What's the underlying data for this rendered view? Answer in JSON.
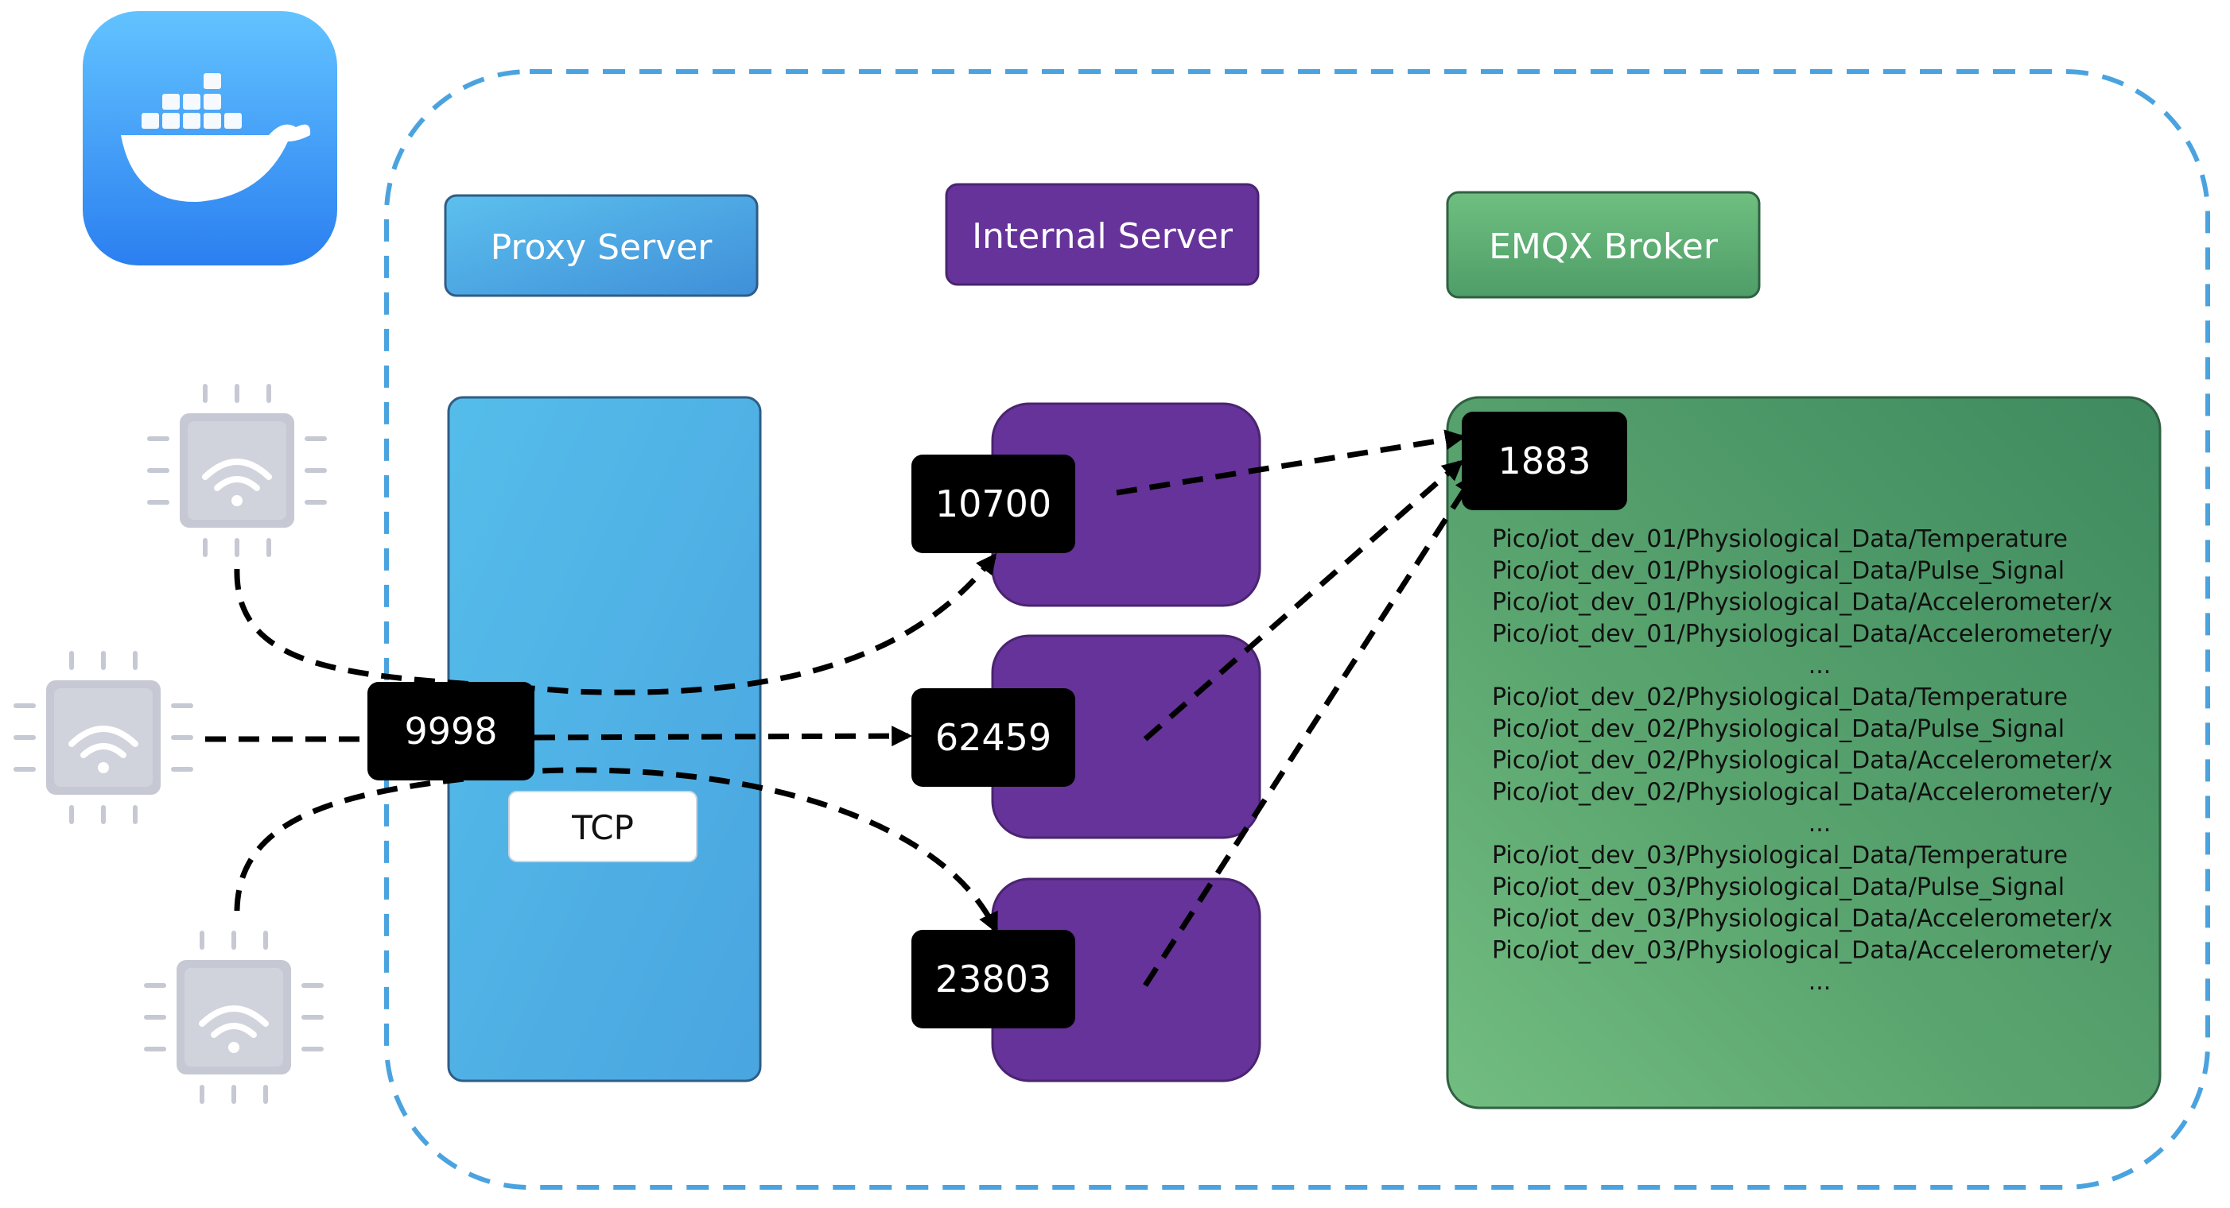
{
  "proxy": {
    "title": "Proxy Server",
    "port": "9998",
    "protocol": "TCP"
  },
  "internal": {
    "title": "Internal Server",
    "ports": [
      "10700",
      "62459",
      "23803"
    ]
  },
  "broker": {
    "title": "EMQX Broker",
    "port": "1883",
    "topics": [
      "Pico/iot_dev_01/Physiological_Data/Temperature",
      "Pico/iot_dev_01/Physiological_Data/Pulse_Signal",
      "Pico/iot_dev_01/Physiological_Data/Accelerometer/x",
      "Pico/iot_dev_01/Physiological_Data/Accelerometer/y",
      "...",
      "Pico/iot_dev_02/Physiological_Data/Temperature",
      "Pico/iot_dev_02/Physiological_Data/Pulse_Signal",
      "Pico/iot_dev_02/Physiological_Data/Accelerometer/x",
      "Pico/iot_dev_02/Physiological_Data/Accelerometer/y",
      "...",
      "Pico/iot_dev_03/Physiological_Data/Temperature",
      "Pico/iot_dev_03/Physiological_Data/Pulse_Signal",
      "Pico/iot_dev_03/Physiological_Data/Accelerometer/x",
      "Pico/iot_dev_03/Physiological_Data/Accelerometer/y",
      "..."
    ]
  },
  "icons": {
    "container_logo": "docker-whale-icon",
    "device": "wifi-chip-icon"
  },
  "colors": {
    "container_border": "#4aa3df",
    "proxy": "#4fb3e6",
    "internal": "#66339a",
    "broker": "#5fa872",
    "port_badge": "#000000",
    "chip": "#c9ccd6"
  }
}
